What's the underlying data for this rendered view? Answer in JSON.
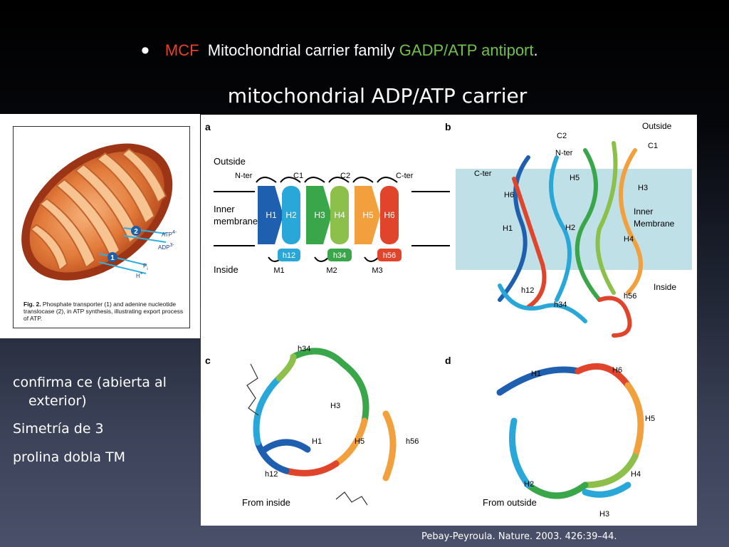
{
  "header": {
    "bullet": "•",
    "mcf": "MCF",
    "family": "Mitochondrial carrier family",
    "antiport": "GADP/ATP antiport",
    "period": "."
  },
  "subtitle": "mitochondrial ADP/ATP carrier",
  "mito_figure": {
    "labels": {
      "atp": "ATP",
      "atp_sup": "4-",
      "adp": "ADP",
      "adp_sup": "3-",
      "pi": "P",
      "pi_sub": "i",
      "h": "H",
      "h_sup": "+",
      "one": "1",
      "two": "2"
    },
    "caption_bold": "Fig. 2.",
    "caption": " Phosphate transporter (1) and adenine nucleotide translocase (2), in ATP synthesis, illustrating export process of ATP."
  },
  "notes": {
    "line1a": "confirma ce (abierta al",
    "line1b": "exterior)",
    "line2": "Simetría de 3",
    "line3": "prolina dobla TM"
  },
  "structure_figure": {
    "panel_a": {
      "letter": "a",
      "outside": "Outside",
      "inner1": "Inner",
      "inner2": "membrane",
      "inside": "Inside",
      "nter": "N-ter",
      "c1": "C1",
      "c2": "C2",
      "cter": "C-ter",
      "helices": [
        "H1",
        "H2",
        "H3",
        "H4",
        "H5",
        "H6"
      ],
      "loops": [
        "h12",
        "h34",
        "h56"
      ],
      "matrix": [
        "M1",
        "M2",
        "M3"
      ]
    },
    "panel_b": {
      "letter": "b",
      "outside": "Outside",
      "inner1": "Inner",
      "inner2": "Membrane",
      "inside": "Inside",
      "labels": {
        "c2": "C2",
        "c1": "C1",
        "nter": "N-ter",
        "cter": "C-ter",
        "h5": "H5",
        "h6": "H6",
        "h3": "H3",
        "h1": "H1",
        "h2": "H2",
        "h4": "H4",
        "h12": "h12",
        "h34": "h34",
        "h56": "h56"
      }
    },
    "panel_c": {
      "letter": "c",
      "caption": "From inside",
      "labels": {
        "h34": "h34",
        "h3": "H3",
        "h1": "H1",
        "h5": "H5",
        "h56": "h56",
        "h12": "h12"
      }
    },
    "panel_d": {
      "letter": "d",
      "caption": "From outside",
      "labels": {
        "h1": "H1",
        "h6": "H6",
        "h5": "H5",
        "h4": "H4",
        "h2": "H2",
        "h3": "H3"
      }
    },
    "colors": {
      "H1": "#1f5fb0",
      "H2": "#2aa7d9",
      "H3": "#3aa64a",
      "H4": "#8cc04a",
      "H5": "#f2a03d",
      "H6": "#e0442a"
    }
  },
  "citation": "Pebay-Peyroula. Nature. 2003. 426:39–44."
}
